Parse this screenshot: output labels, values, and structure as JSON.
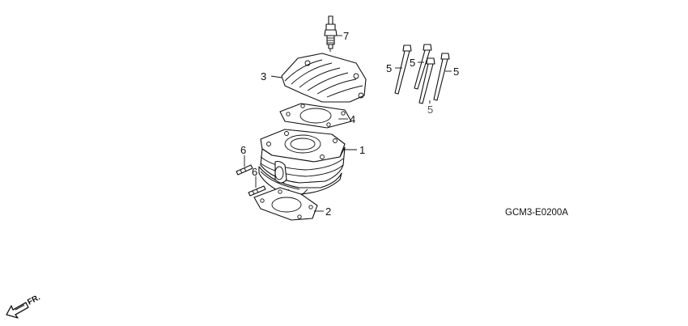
{
  "diagram_code": "GCM3-E0200A",
  "front_marker": {
    "label": "FR.",
    "icon": "front-arrow-icon"
  },
  "callouts": {
    "cylinder": "1",
    "base_gasket": "2",
    "cylinder_head": "3",
    "head_gasket": "4",
    "stud_bolt_a": "5",
    "stud_bolt_b": "5",
    "stud_bolt_c": "5",
    "stud_bolt_d": "5",
    "dowel_pin_a": "6",
    "dowel_pin_b": "6",
    "spark_plug": "7"
  }
}
